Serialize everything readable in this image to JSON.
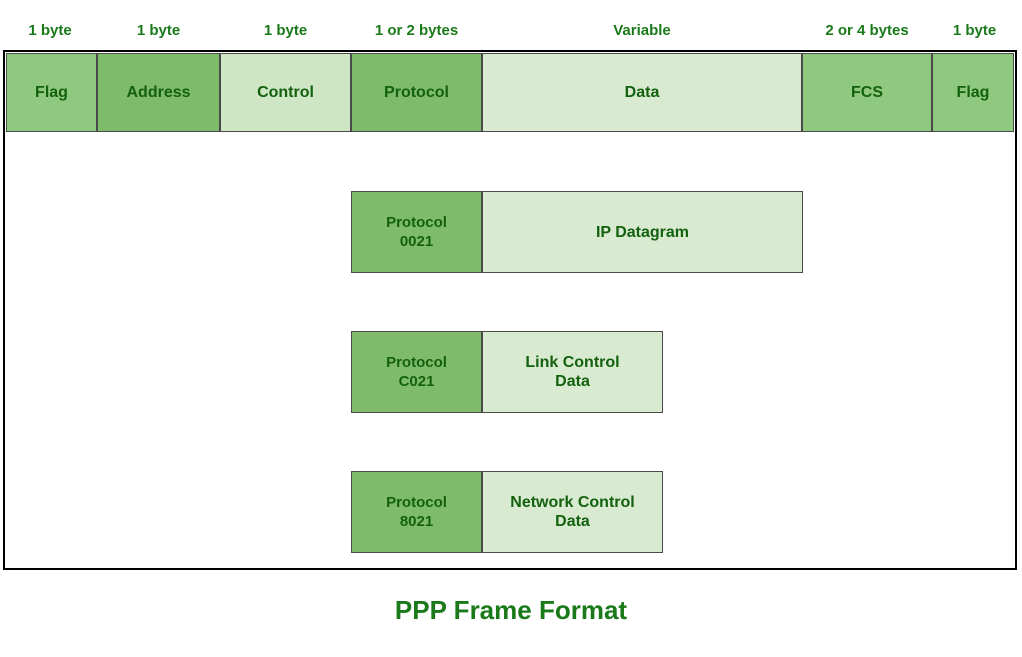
{
  "diagram": {
    "caption": "PPP Frame Format",
    "colors": {
      "text_green": "#13610f",
      "label_green": "#1a7a1a",
      "fill_mid": "#8fc97f",
      "fill_dark": "#7ebb6b",
      "fill_light": "#cfe6c4",
      "fill_pale": "#d8ead0",
      "border": "#4a4a4a",
      "frame_border": "#000000"
    },
    "size_labels": [
      {
        "text": "1 byte"
      },
      {
        "text": "1 byte"
      },
      {
        "text": "1 byte"
      },
      {
        "text": "1 or 2 bytes"
      },
      {
        "text": "Variable"
      },
      {
        "text": "2 or 4 bytes"
      },
      {
        "text": "1 byte"
      }
    ],
    "frame_fields": [
      {
        "label": "Flag"
      },
      {
        "label": "Address"
      },
      {
        "label": "Control"
      },
      {
        "label": "Protocol"
      },
      {
        "label": "Data"
      },
      {
        "label": "FCS"
      },
      {
        "label": "Flag"
      }
    ],
    "sub_rows": [
      {
        "protocol_label": "Protocol\n0021",
        "payload_label": "IP Datagram"
      },
      {
        "protocol_label": "Protocol\nC021",
        "payload_label": "Link Control\nData"
      },
      {
        "protocol_label": "Protocol\n8021",
        "payload_label": "Network Control\nData"
      }
    ]
  }
}
